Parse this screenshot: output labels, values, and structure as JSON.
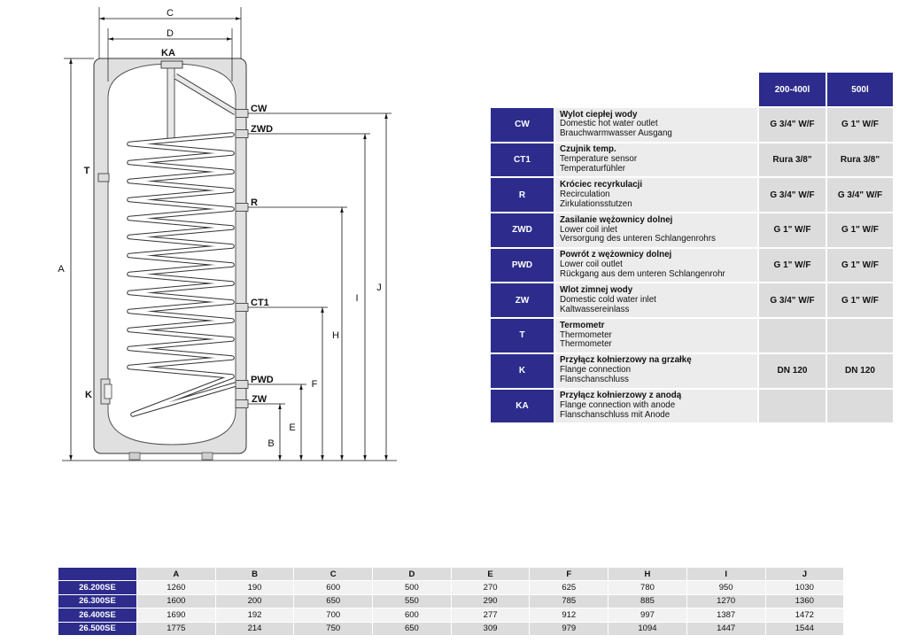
{
  "theme": {
    "accent": "#2d2c8c"
  },
  "drawing": {
    "c": "C",
    "d": "D",
    "ka": "KA",
    "a": "A",
    "t": "T",
    "k": "K",
    "cw": "CW",
    "zwd": "ZWD",
    "r": "R",
    "ct1": "CT1",
    "pwd": "PWD",
    "zw": "ZW",
    "b": "B",
    "e": "E",
    "f": "F",
    "h": "H",
    "i": "I",
    "j": "J"
  },
  "connections_table": {
    "headers": [
      "200-400l",
      "500l"
    ],
    "rows": [
      {
        "code": "CW",
        "pl": "Wylot ciepłej wody",
        "en": "Domestic hot water outlet",
        "de": "Brauchwarmwasser Ausgang",
        "values": [
          "G 3/4\" W/F",
          "G 1\" W/F"
        ]
      },
      {
        "code": "CT1",
        "pl": "Czujnik temp.",
        "en": "Temperature sensor",
        "de": "Temperaturfühler",
        "values": [
          "Rura 3/8\"",
          "Rura 3/8\""
        ]
      },
      {
        "code": "R",
        "pl": "Króciec recyrkulacji",
        "en": "Recirculation",
        "de": "Zirkulationsstutzen",
        "values": [
          "G 3/4\" W/F",
          "G 3/4\" W/F"
        ]
      },
      {
        "code": "ZWD",
        "pl": "Zasilanie wężownicy dolnej",
        "en": "Lower coil inlet",
        "de": "Versorgung des unteren Schlangenrohrs",
        "values": [
          "G 1\" W/F",
          "G 1\" W/F"
        ]
      },
      {
        "code": "PWD",
        "pl": "Powrót z wężownicy dolnej",
        "en": "Lower coil outlet",
        "de": "Rückgang aus dem unteren Schlangenrohr",
        "values": [
          "G 1\" W/F",
          "G 1\" W/F"
        ]
      },
      {
        "code": "ZW",
        "pl": "Wlot zimnej wody",
        "en": "Domestic cold water inlet",
        "de": "Kaltwassereinlass",
        "values": [
          "G 3/4\" W/F",
          "G 1\" W/F"
        ]
      },
      {
        "code": "T",
        "pl": "Termometr",
        "en": "Thermometer",
        "de": "Thermometer",
        "values": [
          "",
          ""
        ]
      },
      {
        "code": "K",
        "pl": "Przyłącz kołnierzowy na grzałkę",
        "en": "Flange connection",
        "de": "Flanschanschluss",
        "values": [
          "DN 120",
          "DN 120"
        ]
      },
      {
        "code": "KA",
        "pl": "Przyłącz kołnierzowy z anodą",
        "en": "Flange connection with anode",
        "de": "Flanschanschluss mit Anode",
        "values": [
          "",
          ""
        ]
      }
    ]
  },
  "dimensions_table": {
    "headers": [
      "A",
      "B",
      "C",
      "D",
      "E",
      "F",
      "H",
      "I",
      "J"
    ],
    "rows": [
      {
        "model": "26.200SE",
        "values": [
          1260,
          190,
          600,
          500,
          270,
          625,
          780,
          950,
          1030
        ]
      },
      {
        "model": "26.300SE",
        "values": [
          1600,
          200,
          650,
          550,
          290,
          785,
          885,
          1270,
          1360
        ]
      },
      {
        "model": "26.400SE",
        "values": [
          1690,
          192,
          700,
          600,
          277,
          912,
          997,
          1387,
          1472
        ]
      },
      {
        "model": "26.500SE",
        "values": [
          1775,
          214,
          750,
          650,
          309,
          979,
          1094,
          1447,
          1544
        ]
      }
    ]
  }
}
